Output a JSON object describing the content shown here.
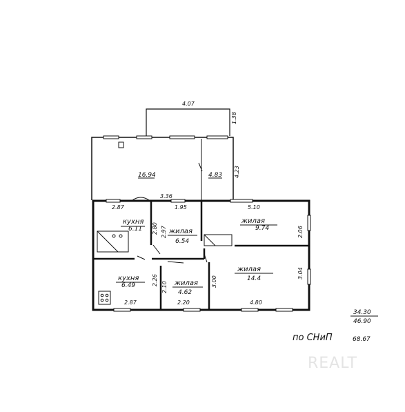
{
  "plan": {
    "dimensions": {
      "top_ext_width": "4.07",
      "top_ext_height": "1.38",
      "veranda_side": "4.23",
      "kitchen1_width": "2.87",
      "wall_gap": "3.36",
      "corridor_width": "1.95",
      "room_right_width": "5.10",
      "room_right_height": "2.06",
      "kitchen1_height": "2.80",
      "middle_height": "2.97",
      "kitchen2_height": "2.26",
      "small_room_height": "2.10",
      "big_room_left_height": "3.00",
      "big_room_right_height": "3.04",
      "kitchen2_width": "2.87",
      "small_room_width": "2.20",
      "big_room_width": "4.80"
    },
    "areas": {
      "veranda": "16.94",
      "porch": "4.83",
      "kitchen1": "6.11",
      "living_middle": "6.54",
      "living_right_top": "9.74",
      "kitchen2": "6.49",
      "living_small": "4.62",
      "living_big": "14.4"
    },
    "room_names": {
      "kitchen": "кухня",
      "living": "жилая"
    },
    "totals": {
      "living_area": "34.30",
      "total_area": "46.90",
      "snip_label": "по СНиП",
      "snip_area": "68.67"
    },
    "watermark": "REALT"
  }
}
